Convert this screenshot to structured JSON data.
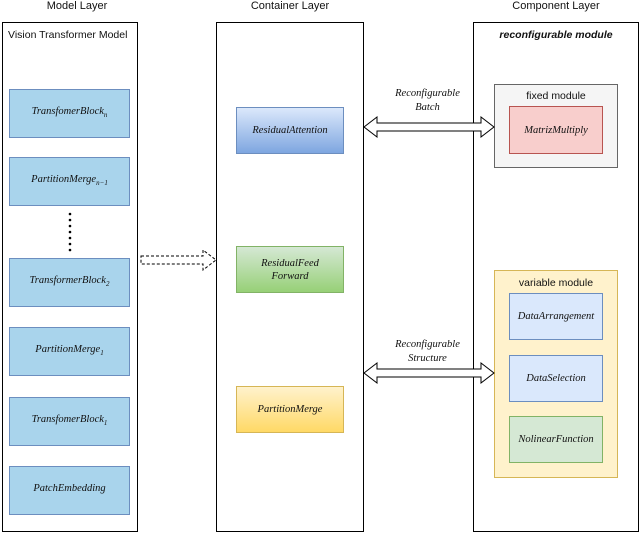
{
  "headers": {
    "model": "Model Layer",
    "container": "Container Layer",
    "component": "Component Layer"
  },
  "model_panel": {
    "title": "Vision Transformer Model",
    "blocks": [
      {
        "main": "TransfomerBlock",
        "sub": "n"
      },
      {
        "main": "PartitionMerge",
        "sub": "n−1"
      },
      {
        "main": "TransformerBlock",
        "sub": "2"
      },
      {
        "main": "PartitionMerge",
        "sub": "1"
      },
      {
        "main": "TransfomerBlock",
        "sub": "1"
      },
      {
        "main": "PatchEmbedding",
        "sub": ""
      }
    ]
  },
  "container_panel": {
    "residual_attention": "ResidualAttention",
    "residual_ffn_line1": "ResidualFeed",
    "residual_ffn_line2": "Forward",
    "partition_merge": "PartitionMerge"
  },
  "component_panel": {
    "title": "reconfigurable module",
    "fixed_label": "fixed module",
    "matrix_multiply": "MatrizMultiply",
    "variable_label": "variable module",
    "data_arrangement": "DataArrangement",
    "data_selection": "DataSelection",
    "nolinear_function": "NolinearFunction"
  },
  "arrows": {
    "batch_line1": "Reconfigurable",
    "batch_line2": "Batch",
    "structure_line1": "Reconfigurable",
    "structure_line2": "Structure"
  }
}
